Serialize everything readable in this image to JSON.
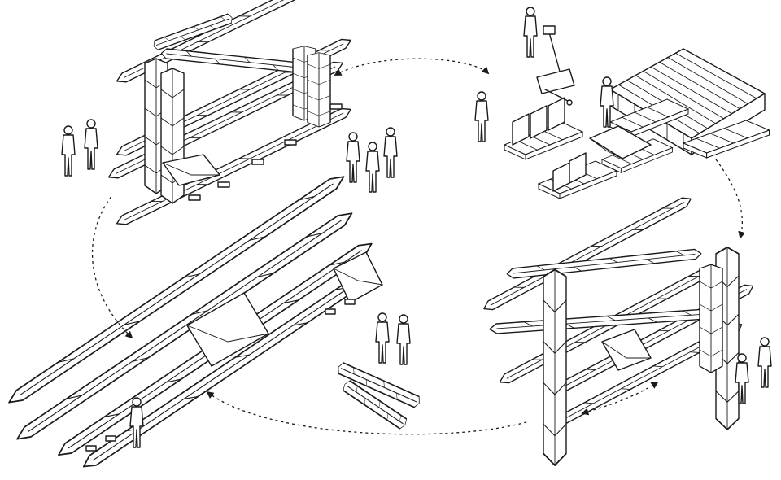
{
  "diagram": {
    "type": "assembly-cycle-illustration",
    "stages": [
      {
        "id": "stage-1",
        "description_name": "pavilion-frame-assembled"
      },
      {
        "id": "stage-2",
        "description_name": "components-on-pallets"
      },
      {
        "id": "stage-3",
        "description_name": "frame-reassembled"
      },
      {
        "id": "stage-4",
        "description_name": "frame-lying-disassembled"
      }
    ],
    "arrow_style": "dashed-curved-double-headed",
    "colors": {
      "line": "#1a1a1a",
      "background": "#ffffff"
    }
  }
}
